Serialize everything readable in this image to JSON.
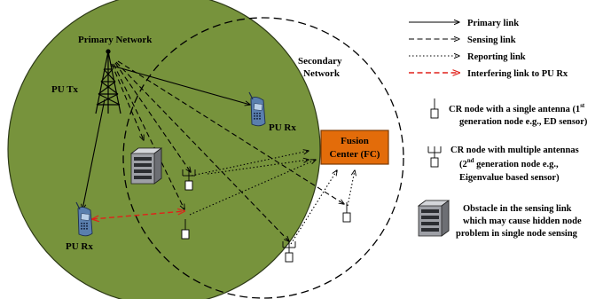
{
  "labels": {
    "primary_network": "Primary Network",
    "secondary_network_line1": "Secondary",
    "secondary_network_line2": "Network",
    "pu_tx": "PU Tx",
    "pu_rx_top": "PU Rx",
    "pu_rx_bottom": "PU Rx",
    "fusion_center_line1": "Fusion",
    "fusion_center_line2": "Center (FC)"
  },
  "legend": {
    "primary_link": "Primary link",
    "sensing_link": "Sensing link",
    "reporting_link": "Reporting link",
    "interfering_link": "Interfering link to PU Rx",
    "single_antenna": {
      "line1": "CR node with a single antenna (1",
      "line1_sup": "st",
      "line2": "generation node e.g., ED sensor)"
    },
    "multi_antenna": {
      "line1": "CR node with multiple antennas",
      "line2_pre": "(2",
      "line2_sup": "nd",
      "line2_post": " generation node e.g.,",
      "line3": "Eigenvalue based sensor)"
    },
    "obstacle": {
      "line1": "Obstacle in the sensing link",
      "line2": "which may cause hidden node",
      "line3": "problem in single node sensing"
    }
  },
  "colors": {
    "primary_network_fill": "#77933c",
    "fusion_center_fill": "#e36c0a",
    "interfering_link": "#e0211a"
  }
}
